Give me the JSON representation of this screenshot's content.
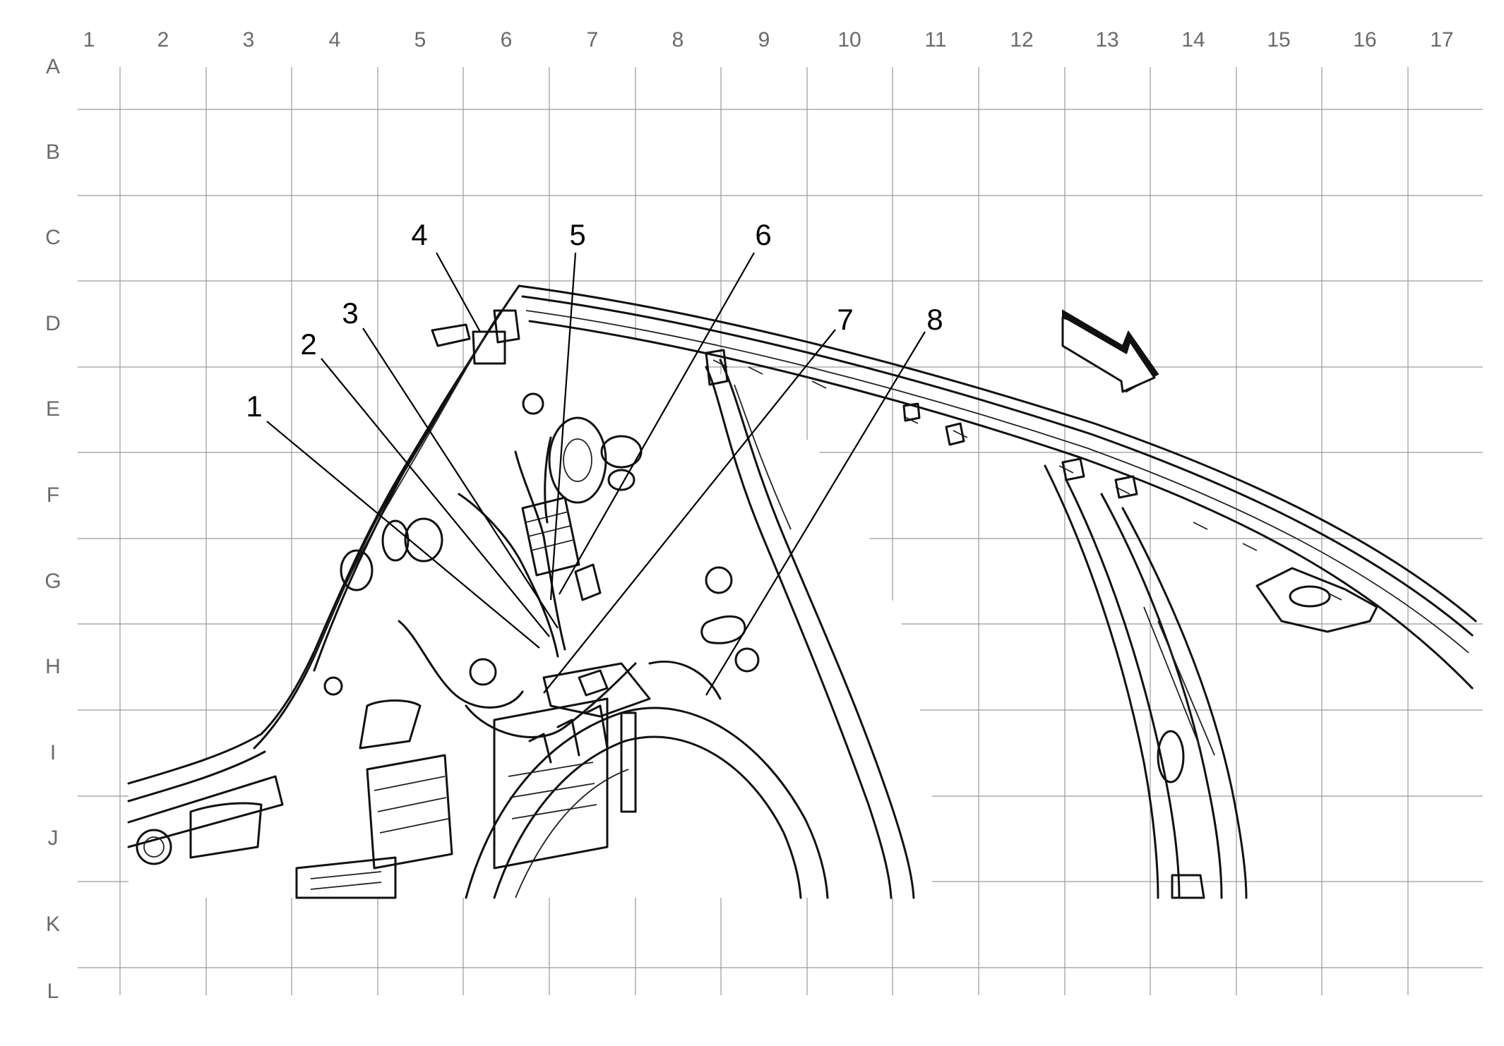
{
  "grid": {
    "columns": [
      "1",
      "2",
      "3",
      "4",
      "5",
      "6",
      "7",
      "8",
      "9",
      "10",
      "11",
      "12",
      "13",
      "14",
      "15",
      "16",
      "17"
    ],
    "rows": [
      "A",
      "B",
      "C",
      "D",
      "E",
      "F",
      "G",
      "H",
      "I",
      "J",
      "K",
      "L"
    ]
  },
  "callouts": [
    "1",
    "2",
    "3",
    "4",
    "5",
    "6",
    "7",
    "8"
  ],
  "direction_arrow": {
    "icon": "forward-direction-arrow-icon"
  },
  "colors": {
    "grid": "#9a9a9a",
    "label": "#6a6a6a",
    "ink": "#111111"
  }
}
